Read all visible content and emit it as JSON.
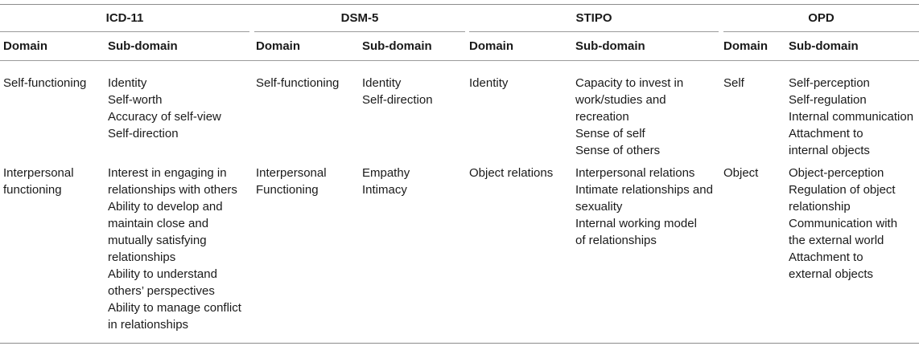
{
  "groups": [
    {
      "title": "ICD-11"
    },
    {
      "title": "DSM-5"
    },
    {
      "title": "STIPO"
    },
    {
      "title": "OPD"
    }
  ],
  "column_headers": {
    "domain": "Domain",
    "sub_domain": "Sub-domain"
  },
  "rows": [
    {
      "icd11_domain": [
        "Self-functioning"
      ],
      "icd11_sub": [
        "Identity",
        "Self-worth",
        "Accuracy of self-view",
        "Self-direction"
      ],
      "dsm5_domain": [
        "Self-functioning"
      ],
      "dsm5_sub": [
        "Identity",
        "Self-direction"
      ],
      "stipo_domain": [
        "Identity"
      ],
      "stipo_sub": [
        "Capacity to invest in",
        "work/studies and",
        "recreation",
        "Sense of self",
        "Sense of others"
      ],
      "opd_domain": [
        "Self"
      ],
      "opd_sub": [
        "Self-perception",
        "Self-regulation",
        "Internal communication",
        "Attachment to",
        "internal objects"
      ]
    },
    {
      "icd11_domain": [
        "Interpersonal",
        "functioning"
      ],
      "icd11_sub": [
        "Interest in engaging in",
        "relationships with others",
        "Ability to develop and",
        "maintain close and",
        "mutually satisfying",
        "relationships",
        "Ability to understand",
        "others’ perspectives",
        "Ability to manage conflict",
        "in relationships"
      ],
      "dsm5_domain": [
        "Interpersonal",
        "Functioning"
      ],
      "dsm5_sub": [
        "Empathy",
        "Intimacy"
      ],
      "stipo_domain": [
        "Object relations"
      ],
      "stipo_sub": [
        "Interpersonal relations",
        "Intimate relationships and",
        "sexuality",
        "Internal working model",
        "of relationships"
      ],
      "opd_domain": [
        "Object"
      ],
      "opd_sub": [
        "Object-perception",
        "Regulation of object",
        "relationship",
        "Communication with",
        "the external world",
        "Attachment to",
        "external objects"
      ]
    }
  ]
}
